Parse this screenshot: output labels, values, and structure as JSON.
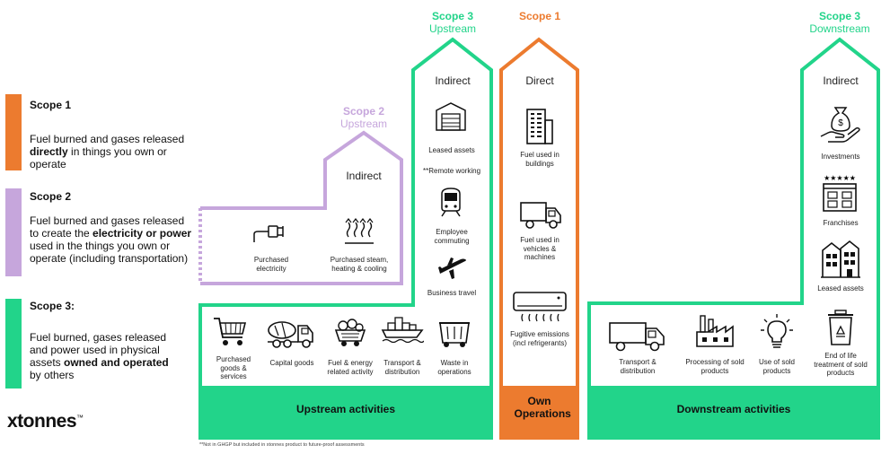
{
  "legend": {
    "scope1": {
      "title": "Scope 1",
      "text_pre": "Fuel burned and gases released ",
      "text_bold": "directly",
      "text_post": " in things you own or operate",
      "color": "#ec7b2f"
    },
    "scope2": {
      "title": "Scope 2",
      "text_pre": "Fuel burned and gases released to create the ",
      "text_bold": "electricity or power",
      "text_post": " used in the things you own or operate (including transportation)",
      "color": "#c6a6dc"
    },
    "scope3": {
      "title": "Scope 3:",
      "text_pre": "Fuel burned, gases released and power used in physical assets ",
      "text_bold": "owned and operated",
      "text_post": " by others",
      "color": "#22d48a"
    }
  },
  "brand": {
    "name": "xtonnes",
    "tm": "™"
  },
  "footnote": "**Not in GHGP but included in xtonnes product to future-proof assessments",
  "headers": {
    "scope3_up": {
      "line1": "Scope 3",
      "line2": "Upstream"
    },
    "scope1": {
      "line1": "Scope 1"
    },
    "scope2_up": {
      "line1": "Scope 2",
      "line2": "Upstream"
    },
    "scope3_down": {
      "line1": "Scope 3",
      "line2": "Downstream"
    }
  },
  "houses": {
    "scope2": {
      "kind": "Indirect"
    },
    "scope3_up": {
      "kind": "Indirect"
    },
    "scope1": {
      "kind": "Direct"
    },
    "scope3_down": {
      "kind": "Indirect"
    }
  },
  "items": {
    "purchased_electricity": "Purchased electricity",
    "purchased_steam": "Purchased steam, heating & cooling",
    "leased_assets_up": "Leased assets",
    "remote_working": "**Remote working",
    "employee_commuting": "Employee commuting",
    "business_travel": "Business travel",
    "purchased_goods": "Purchased goods & services",
    "capital_goods": "Capital goods",
    "fuel_energy": "Fuel & energy related activity",
    "transport_up": "Transport & distribution",
    "waste": "Waste in operations",
    "fuel_buildings": "Fuel used in buildings",
    "fuel_vehicles": "Fuel used in vehicles & machines",
    "fugitive": "Fugitive emissions (incl refrigerants)",
    "investments": "Investments",
    "franchises": "Franchises",
    "leased_assets_down": "Leased assets",
    "transport_down": "Transport & distribution",
    "processing": "Processing of sold products",
    "use_sold": "Use of sold products",
    "end_of_life": "End of life treatment of sold products"
  },
  "footers": {
    "upstream": "Upstream activities",
    "own": "Own Operations",
    "downstream": "Downstream activities"
  },
  "colors": {
    "green": "#22d48a",
    "orange": "#ec7b2f",
    "purple": "#c6a6dc"
  }
}
